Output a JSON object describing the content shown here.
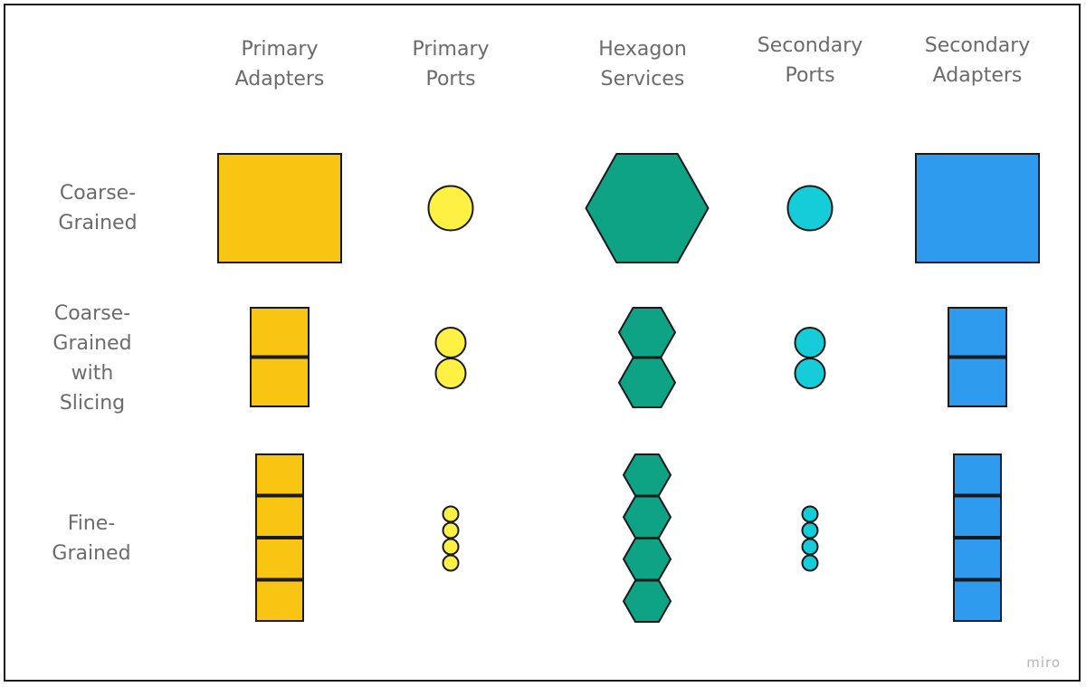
{
  "columns": [
    {
      "label": "Primary\nAdapters",
      "shape": "square",
      "color": "#F8C513"
    },
    {
      "label": "Primary\nPorts",
      "shape": "circle",
      "color": "#FFF044"
    },
    {
      "label": "Hexagon\nServices",
      "shape": "hexagon",
      "color": "#0FA386"
    },
    {
      "label": "Secondary\nPorts",
      "shape": "circle",
      "color": "#15CCD9"
    },
    {
      "label": "Secondary\nAdapters",
      "shape": "square",
      "color": "#2E9BEF"
    }
  ],
  "rows": [
    {
      "label": "Coarse-\nGrained",
      "count": 1
    },
    {
      "label": "Coarse-\nGrained\nwith\nSlicing",
      "count": 2
    },
    {
      "label": "Fine-\nGrained",
      "count": 4
    }
  ],
  "watermark": "miro",
  "colors": {
    "stroke": "#1a1a1a",
    "text": "#6b6b6b"
  }
}
